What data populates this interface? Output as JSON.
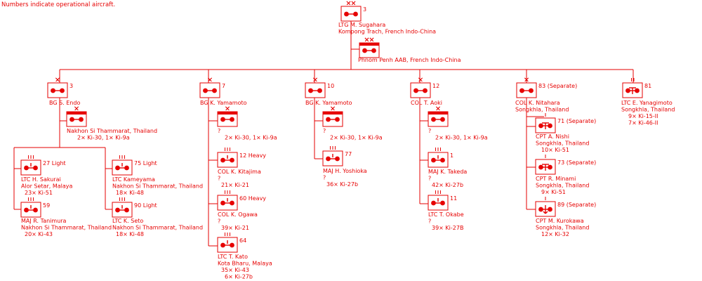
{
  "header_note": "Numbers indicate operational aircraft.",
  "colors": {
    "primary": "#e60000",
    "background": "#ffffff"
  },
  "units": [
    {
      "id": "hq",
      "echelon": "XX",
      "number": "3",
      "icon": "air-unit-symbol",
      "lines": [
        "LTG M. Sugahara",
        "Kompong Trach, French Indo-China"
      ]
    },
    {
      "id": "hq-base",
      "echelon": "XX",
      "number": "",
      "icon": "base-unit-symbol",
      "lines": [
        "Phnom Penh AAB, French Indo-China"
      ]
    },
    {
      "id": "bde-endo",
      "echelon": "X",
      "number": "3",
      "icon": "air-unit-symbol",
      "lines": [
        "BG S. Endo"
      ]
    },
    {
      "id": "endo-base",
      "echelon": "X",
      "number": "",
      "icon": "base-unit-symbol",
      "lines": [
        "Nakhon Si Thammarat, Thailand",
        "2× Ki-30, 1× Ki-9a"
      ]
    },
    {
      "id": "sqn-27",
      "echelon": "III",
      "number": "27 Light",
      "icon": "fighter-symbol",
      "lines": [
        "LTC H. Sakurai",
        "Alor Setar, Malaya",
        "23× Ki-51"
      ]
    },
    {
      "id": "sqn-75",
      "echelon": "III",
      "number": "75 Light",
      "icon": "fighter-symbol",
      "lines": [
        "LTC Kameyama",
        "Nakhon Si Thammarat, Thailand",
        "18× Ki-48"
      ]
    },
    {
      "id": "sqn-59",
      "echelon": "III",
      "number": "59",
      "icon": "fighter-symbol",
      "lines": [
        "MAJ R. Tanimura",
        "Nakhon Si Thammarat, Thailand",
        "20× Ki-43"
      ]
    },
    {
      "id": "sqn-90",
      "echelon": "III",
      "number": "90 Light",
      "icon": "fighter-symbol",
      "lines": [
        "LTC K. Seto",
        "Nakhon Si Thammarat, Thailand",
        "18× Ki-48"
      ]
    },
    {
      "id": "bde-yamamoto-7",
      "echelon": "X",
      "number": "7",
      "icon": "air-unit-symbol",
      "lines": [
        "BG K. Yamamoto"
      ]
    },
    {
      "id": "y7-base",
      "echelon": "X",
      "number": "",
      "icon": "base-unit-symbol",
      "lines": [
        "?",
        "2× Ki-30, 1× Ki-9a"
      ]
    },
    {
      "id": "sqn-12-heavy",
      "echelon": "III",
      "number": "12 Heavy",
      "icon": "fighter-symbol",
      "lines": [
        "COL K. Kitajima",
        "?",
        "21× Ki-21"
      ]
    },
    {
      "id": "sqn-60-heavy",
      "echelon": "III",
      "number": "60 Heavy",
      "icon": "fighter-symbol",
      "lines": [
        "COL K. Ogawa",
        "?",
        "39× Ki-21"
      ]
    },
    {
      "id": "sqn-64",
      "echelon": "III",
      "number": "64",
      "icon": "fighter-symbol",
      "lines": [
        "LTC T. Kato",
        "Kota Bharu, Malaya",
        "35× Ki-43",
        "6× Ki-27b"
      ]
    },
    {
      "id": "bde-yamamoto-10",
      "echelon": "X",
      "number": "10",
      "icon": "air-unit-symbol",
      "lines": [
        "BG K. Yamamoto"
      ]
    },
    {
      "id": "y10-base",
      "echelon": "X",
      "number": "",
      "icon": "base-unit-symbol",
      "lines": [
        "?",
        "2× Ki-30, 1× Ki-9a"
      ]
    },
    {
      "id": "sqn-77",
      "echelon": "III",
      "number": "77",
      "icon": "fighter-symbol",
      "lines": [
        "MAJ H. Yoshioka",
        "?",
        "36× Ki-27b"
      ]
    },
    {
      "id": "bde-aoki",
      "echelon": "X",
      "number": "12",
      "icon": "air-unit-symbol",
      "lines": [
        "COL T. Aoki"
      ]
    },
    {
      "id": "aoki-base",
      "echelon": "X",
      "number": "",
      "icon": "base-unit-symbol",
      "lines": [
        "?",
        "2× Ki-30, 1× Ki-9a"
      ]
    },
    {
      "id": "sqn-1",
      "echelon": "III",
      "number": "1",
      "icon": "fighter-symbol",
      "lines": [
        "MAJ K. Takeda",
        "?",
        "42× Ki-27b"
      ]
    },
    {
      "id": "sqn-11",
      "echelon": "III",
      "number": "11",
      "icon": "fighter-symbol",
      "lines": [
        "LTC T. Okabe",
        "?",
        "39× Ki-27B"
      ]
    },
    {
      "id": "bde-nitahara",
      "echelon": "X",
      "number": "83 (Separate)",
      "icon": "air-unit-symbol",
      "lines": [
        "COL K. Nitahara",
        "Songkhla, Thailand"
      ]
    },
    {
      "id": "sqn-71",
      "echelon": "I",
      "number": "71 (Separate)",
      "icon": "recon-symbol",
      "lines": [
        "CPT A. Nishi",
        "Songkhla, Thailand",
        "10× Ki-51"
      ]
    },
    {
      "id": "sqn-73",
      "echelon": "I",
      "number": "73 (Separate)",
      "icon": "recon-symbol",
      "lines": [
        "CPT R. Minami",
        "Songkhla, Thailand",
        "9× Ki-51"
      ]
    },
    {
      "id": "sqn-89",
      "echelon": "I",
      "number": "89 (Separate)",
      "icon": "army-coop-symbol",
      "lines": [
        "CPT M. Kurokawa",
        "Songkhla, Thailand",
        "12× Ki-32"
      ]
    },
    {
      "id": "sqn-81",
      "echelon": "II",
      "number": "81",
      "icon": "recon-symbol",
      "lines": [
        "LTC E. Yanagimoto",
        "Songkhla, Thailand",
        "9× Ki-15-II",
        "7× Ki-46-II"
      ]
    }
  ]
}
